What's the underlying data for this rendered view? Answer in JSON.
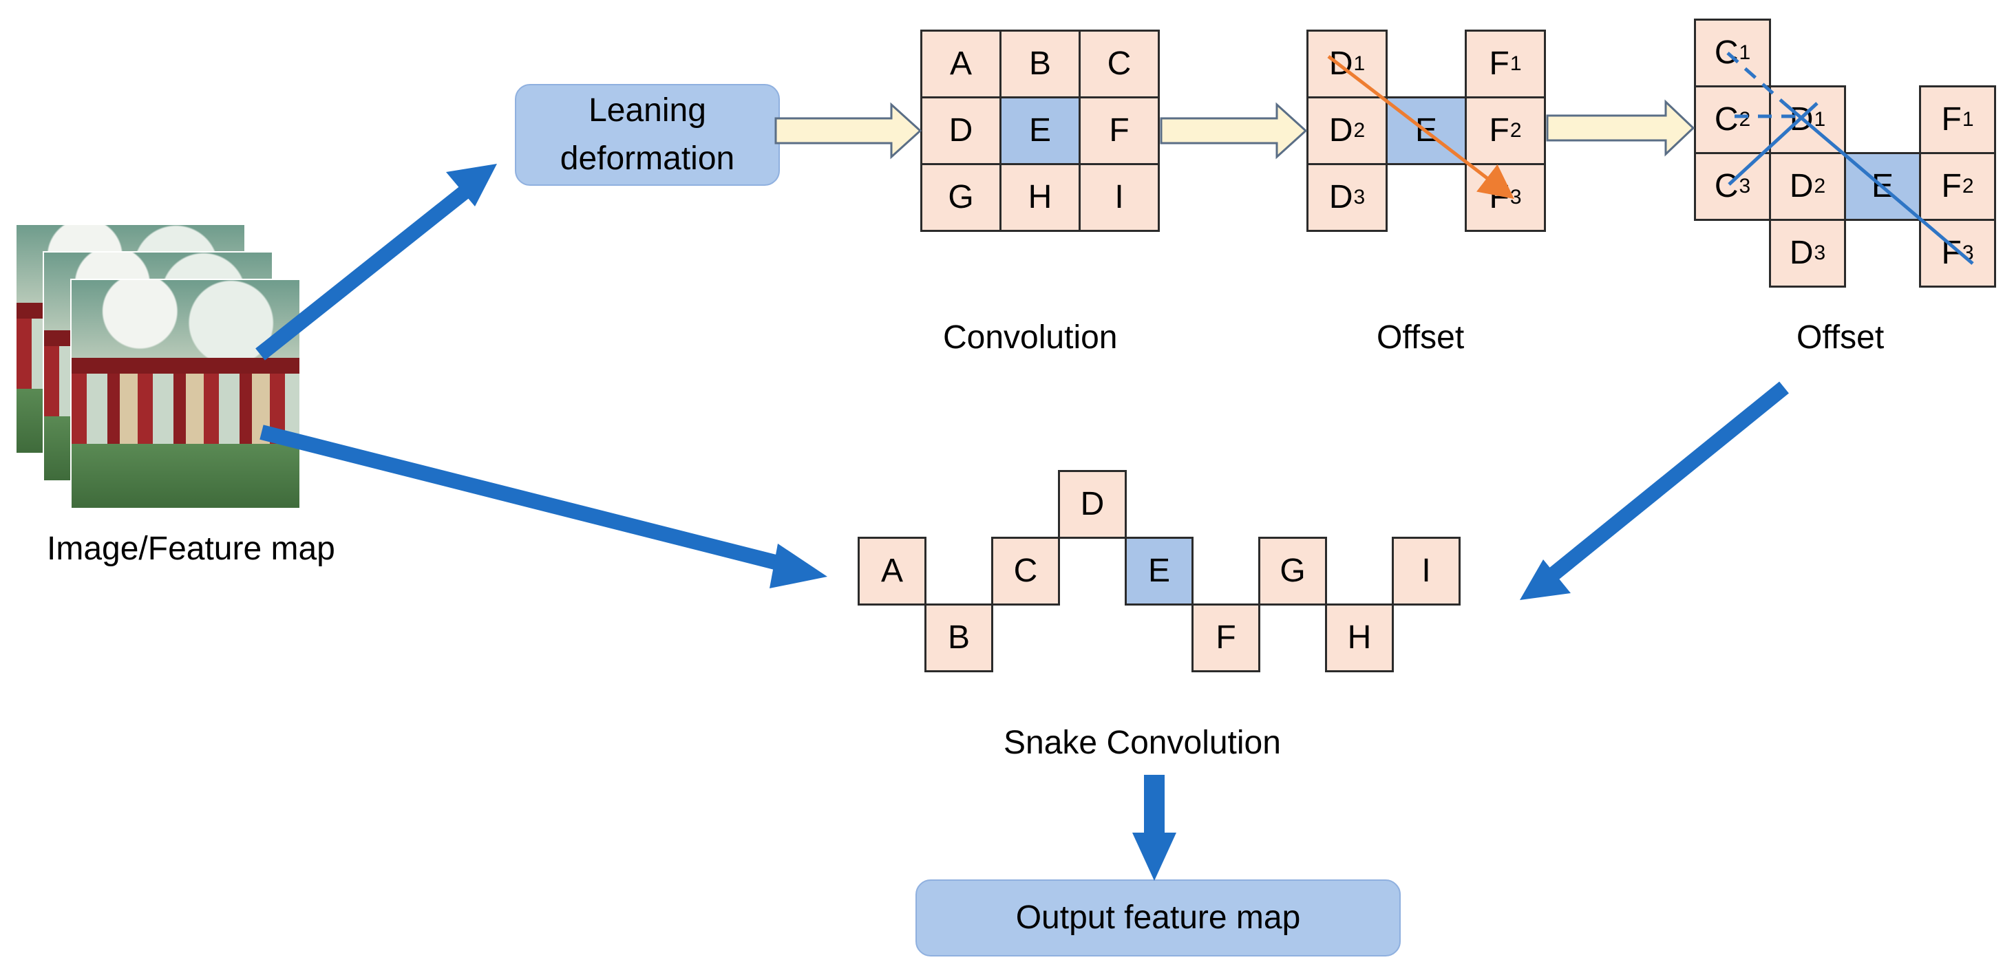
{
  "labels": {
    "image_feature_map": "Image/Feature map",
    "leaning_deformation_line1": "Leaning",
    "leaning_deformation_line2": "deformation",
    "convolution": "Convolution",
    "offset_1": "Offset",
    "offset_2": "Offset",
    "snake_convolution": "Snake Convolution",
    "output_feature_map": "Output feature map"
  },
  "convolution_grid": [
    "A",
    "B",
    "C",
    "D",
    "E",
    "F",
    "G",
    "H",
    "I"
  ],
  "offset1_cells": {
    "d1": "D",
    "d1_sub": "1",
    "d2": "D",
    "d2_sub": "2",
    "d3": "D",
    "d3_sub": "3",
    "e": "E",
    "f1": "F",
    "f1_sub": "1",
    "f2": "F",
    "f2_sub": "2",
    "f3": "F",
    "f3_sub": "3"
  },
  "offset2_cells": {
    "c1": "C",
    "c1_sub": "1",
    "c2": "C",
    "c2_sub": "2",
    "c3": "C",
    "c3_sub": "3",
    "d1": "D",
    "d1_sub": "1",
    "d2": "D",
    "d2_sub": "2",
    "d3": "D",
    "d3_sub": "3",
    "e": "E",
    "f1": "F",
    "f1_sub": "1",
    "f2": "F",
    "f2_sub": "2",
    "f3": "F",
    "f3_sub": "3"
  },
  "snake_cells": [
    "A",
    "B",
    "C",
    "D",
    "E",
    "F",
    "G",
    "H",
    "I"
  ],
  "colors": {
    "cell_fill": "#fbe2d5",
    "center_fill": "#a9c4e8",
    "box_fill": "#adc8eb",
    "arrow_blue": "#1f6fc5",
    "flow_arrow_fill": "#fdf3d2",
    "offset_line_orange": "#ee7d31",
    "offset_line_blue": "#2e75c5"
  }
}
